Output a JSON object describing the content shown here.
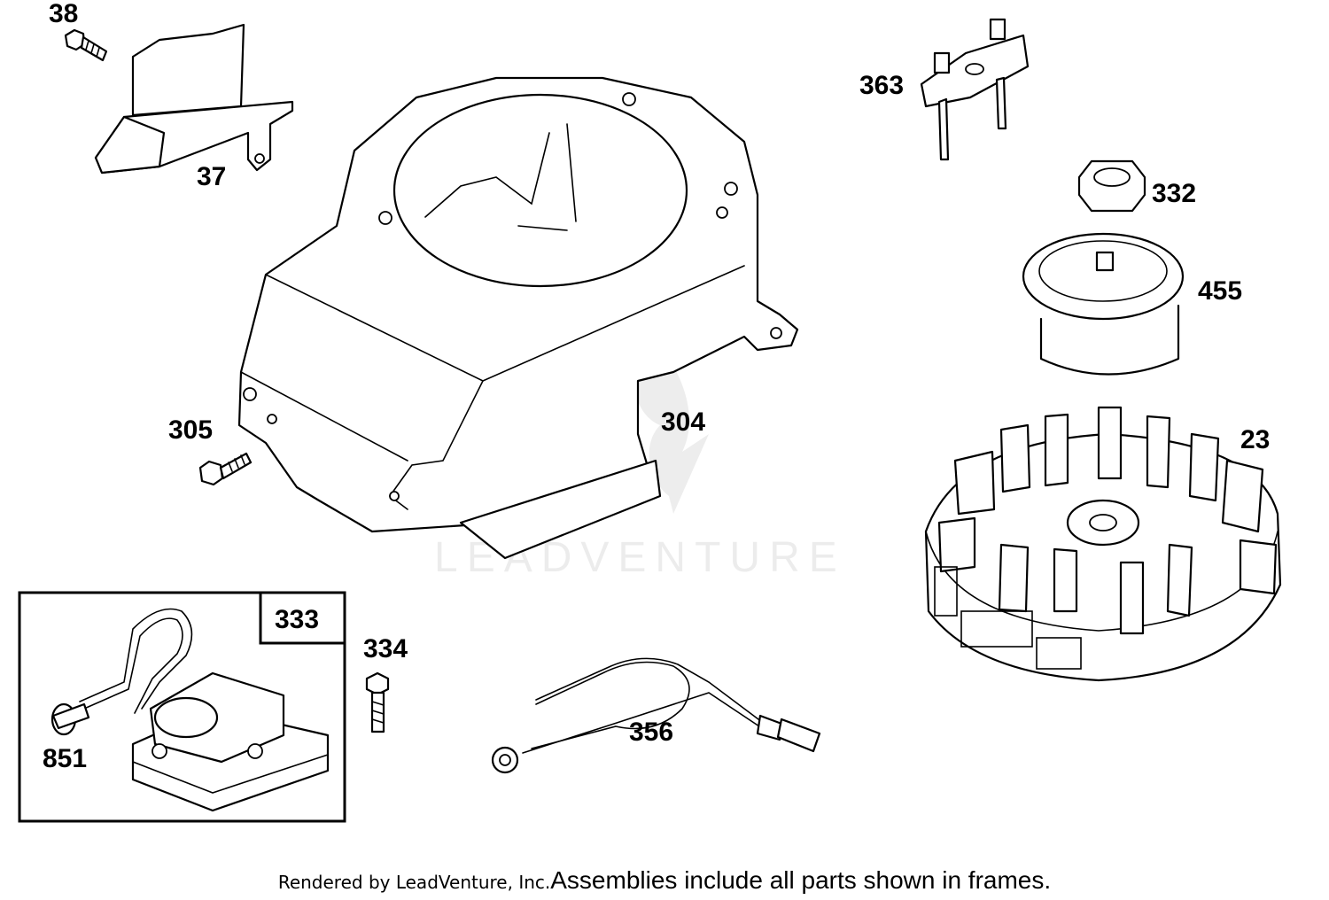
{
  "callouts": {
    "p38": "38",
    "p37": "37",
    "p363": "363",
    "p332": "332",
    "p455": "455",
    "p304": "304",
    "p305": "305",
    "p23": "23",
    "p333": "333",
    "p334": "334",
    "p356": "356",
    "p851": "851"
  },
  "watermark": "LEADVENTURE",
  "footer": {
    "rendered_by": "Rendered by LeadVenture, Inc.",
    "note": "Assemblies include all parts shown in frames."
  }
}
